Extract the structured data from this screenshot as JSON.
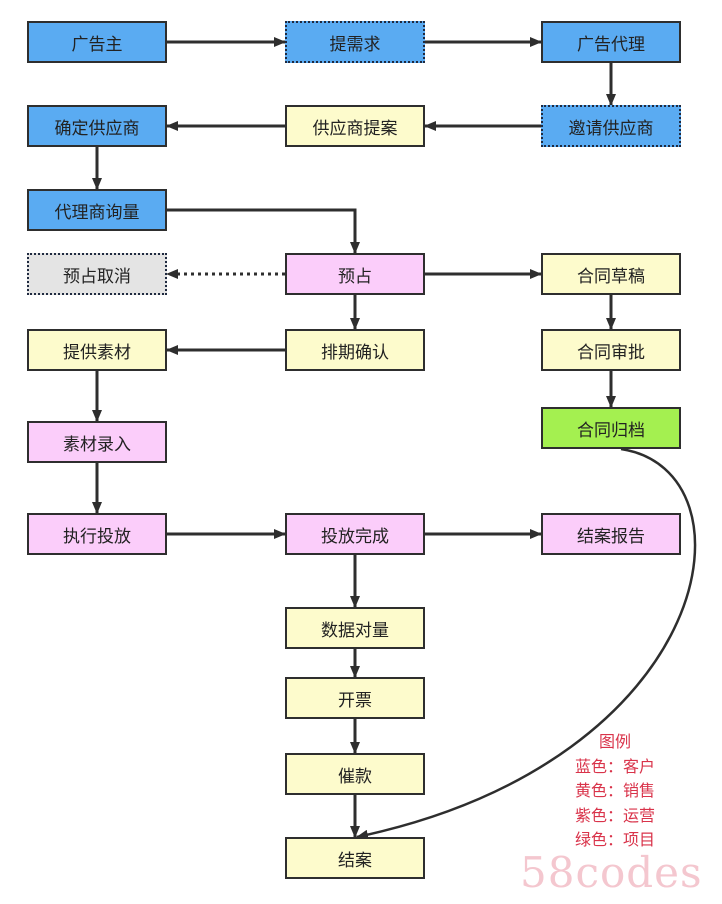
{
  "colors": {
    "blue": "#5aabf2",
    "yellow": "#fdfbcc",
    "purple": "#fbcdfa",
    "green": "#a4f050",
    "gray": "#e4e4e4",
    "legend_text": "#d9334a",
    "watermark": "#f4c7cf"
  },
  "nodes": {
    "advertiser": {
      "label": "广告主",
      "color": "blue"
    },
    "request": {
      "label": "提需求",
      "color": "blue"
    },
    "agency": {
      "label": "广告代理",
      "color": "blue"
    },
    "invite_supplier": {
      "label": "邀请供应商",
      "color": "blue"
    },
    "supplier_proposal": {
      "label": "供应商提案",
      "color": "yellow"
    },
    "confirm_supplier": {
      "label": "确定供应商",
      "color": "blue"
    },
    "agency_inquiry": {
      "label": "代理商询量",
      "color": "blue"
    },
    "reservation": {
      "label": "预占",
      "color": "purple"
    },
    "cancel_reservation": {
      "label": "预占取消",
      "color": "gray"
    },
    "contract_draft": {
      "label": "合同草稿",
      "color": "yellow"
    },
    "schedule_confirm": {
      "label": "排期确认",
      "color": "yellow"
    },
    "provide_material": {
      "label": "提供素材",
      "color": "yellow"
    },
    "contract_approval": {
      "label": "合同审批",
      "color": "yellow"
    },
    "contract_archive": {
      "label": "合同归档",
      "color": "green"
    },
    "material_entry": {
      "label": "素材录入",
      "color": "purple"
    },
    "execute_delivery": {
      "label": "执行投放",
      "color": "purple"
    },
    "delivery_complete": {
      "label": "投放完成",
      "color": "purple"
    },
    "closing_report": {
      "label": "结案报告",
      "color": "purple"
    },
    "data_reconcile": {
      "label": "数据对量",
      "color": "yellow"
    },
    "invoice": {
      "label": "开票",
      "color": "yellow"
    },
    "collection": {
      "label": "催款",
      "color": "yellow"
    },
    "close_case": {
      "label": "结案",
      "color": "yellow"
    }
  },
  "edges": [
    {
      "from": "advertiser",
      "to": "request",
      "style": "solid"
    },
    {
      "from": "request",
      "to": "agency",
      "style": "solid"
    },
    {
      "from": "agency",
      "to": "invite_supplier",
      "style": "solid"
    },
    {
      "from": "invite_supplier",
      "to": "supplier_proposal",
      "style": "solid"
    },
    {
      "from": "supplier_proposal",
      "to": "confirm_supplier",
      "style": "solid"
    },
    {
      "from": "confirm_supplier",
      "to": "agency_inquiry",
      "style": "solid"
    },
    {
      "from": "agency_inquiry",
      "to": "reservation",
      "style": "solid"
    },
    {
      "from": "reservation",
      "to": "cancel_reservation",
      "style": "dotted"
    },
    {
      "from": "reservation",
      "to": "contract_draft",
      "style": "solid"
    },
    {
      "from": "reservation",
      "to": "schedule_confirm",
      "style": "solid"
    },
    {
      "from": "schedule_confirm",
      "to": "provide_material",
      "style": "solid"
    },
    {
      "from": "contract_draft",
      "to": "contract_approval",
      "style": "solid"
    },
    {
      "from": "contract_approval",
      "to": "contract_archive",
      "style": "solid"
    },
    {
      "from": "provide_material",
      "to": "material_entry",
      "style": "solid"
    },
    {
      "from": "material_entry",
      "to": "execute_delivery",
      "style": "solid"
    },
    {
      "from": "execute_delivery",
      "to": "delivery_complete",
      "style": "solid"
    },
    {
      "from": "delivery_complete",
      "to": "closing_report",
      "style": "solid"
    },
    {
      "from": "delivery_complete",
      "to": "data_reconcile",
      "style": "solid"
    },
    {
      "from": "data_reconcile",
      "to": "invoice",
      "style": "solid"
    },
    {
      "from": "invoice",
      "to": "collection",
      "style": "solid"
    },
    {
      "from": "collection",
      "to": "close_case",
      "style": "solid"
    },
    {
      "from": "contract_archive",
      "to": "close_case",
      "style": "curved"
    }
  ],
  "legend": {
    "title": "图例",
    "items": [
      {
        "color_name": "蓝色",
        "role": "客户",
        "text": "蓝色：客户"
      },
      {
        "color_name": "黄色",
        "role": "销售",
        "text": "黄色：销售"
      },
      {
        "color_name": "紫色",
        "role": "运营",
        "text": "紫色：运营"
      },
      {
        "color_name": "绿色",
        "role": "项目",
        "text": "绿色：项目"
      }
    ]
  },
  "watermark": "58codes"
}
